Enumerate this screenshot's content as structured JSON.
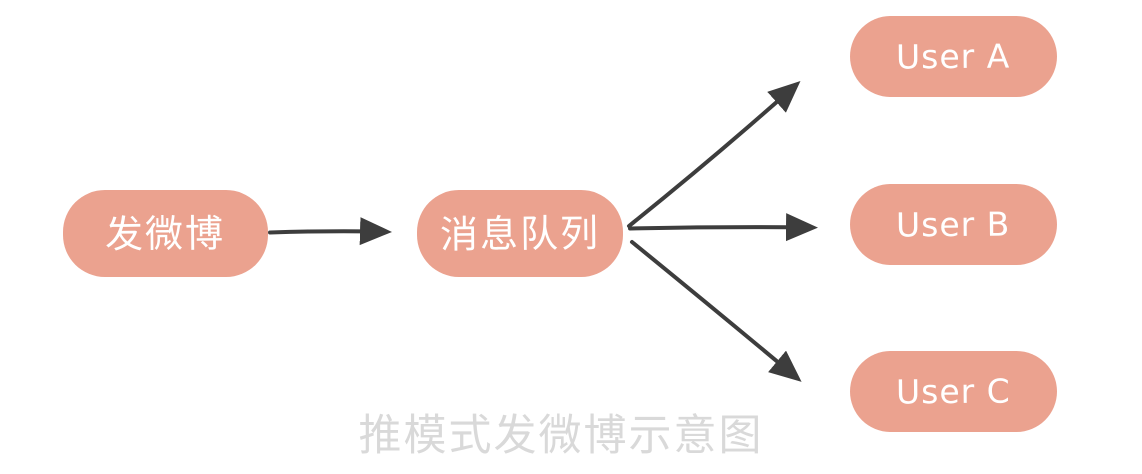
{
  "diagram": {
    "caption": "推模式发微博示意图",
    "nodes": {
      "publish": {
        "label": "发微博"
      },
      "queue": {
        "label": "消息队列"
      },
      "user_a": {
        "label": "User A"
      },
      "user_b": {
        "label": "User B"
      },
      "user_c": {
        "label": "User C"
      }
    },
    "edges": [
      {
        "from": "publish",
        "to": "queue"
      },
      {
        "from": "queue",
        "to": "user_a"
      },
      {
        "from": "queue",
        "to": "user_b"
      },
      {
        "from": "queue",
        "to": "user_c"
      }
    ],
    "colors": {
      "node_fill": "#EBA28F",
      "node_text": "#FFFFFF",
      "arrow": "#3D3D3D",
      "caption": "#D9D9D9",
      "bg": "#FFFFFF"
    }
  }
}
